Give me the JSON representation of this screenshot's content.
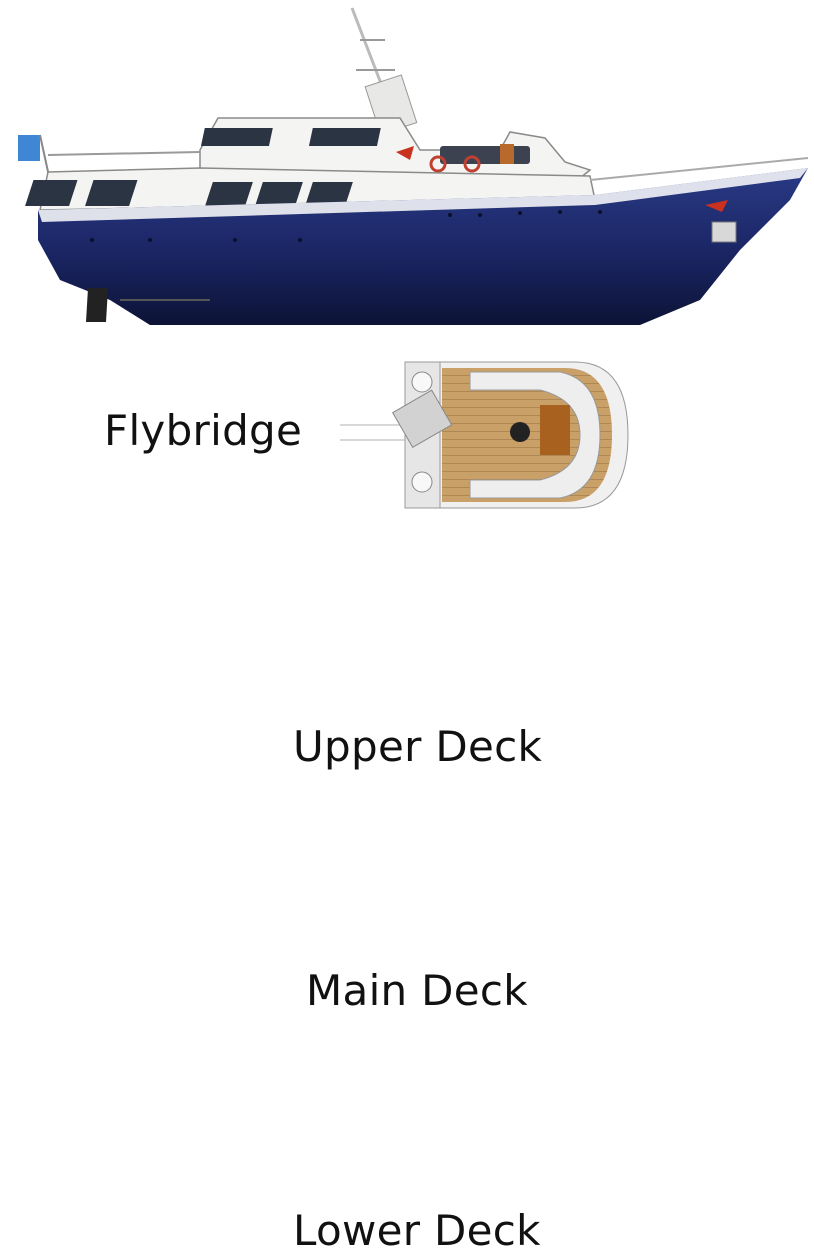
{
  "labels": {
    "flybridge": "Flybridge",
    "upper_deck": "Upper Deck",
    "main_deck": "Main Deck",
    "lower_deck": "Lower Deck"
  },
  "colors": {
    "hull_navy": "#1f2a66",
    "deck_wood": "#c9a068",
    "bulkhead": "#3a3026",
    "superstructure": "#f4f4f2",
    "cabin_bed_red": "#c8321e",
    "bunk_blue": "#1e4aa8",
    "engine_floor": "#b7b7b7"
  }
}
